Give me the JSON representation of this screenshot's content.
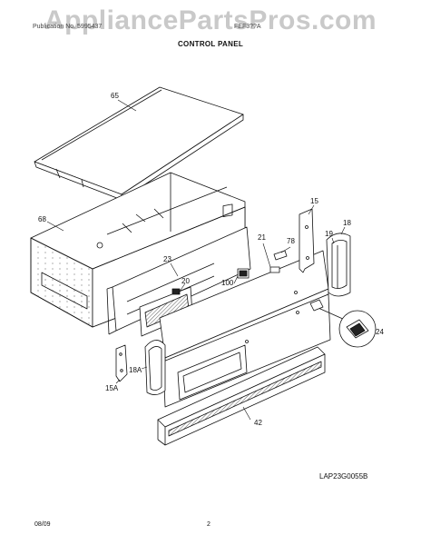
{
  "watermark": "AppliancePartsPros.com",
  "header": {
    "model_line": "Publication No. 5995437",
    "model_code": "FEF3??A",
    "section_title": "CONTROL PANEL"
  },
  "callouts": {
    "c65": "65",
    "c68": "68",
    "c23": "23",
    "c20": "20",
    "c15": "15",
    "c18": "18",
    "c19": "19",
    "c21": "21",
    "c78": "78",
    "c100": "100",
    "c24": "24",
    "c18a": "18A",
    "c15a": "15A",
    "c42": "42"
  },
  "drawing_code": "LAP23G0055B",
  "footer": {
    "date": "08/09",
    "page": "2"
  }
}
